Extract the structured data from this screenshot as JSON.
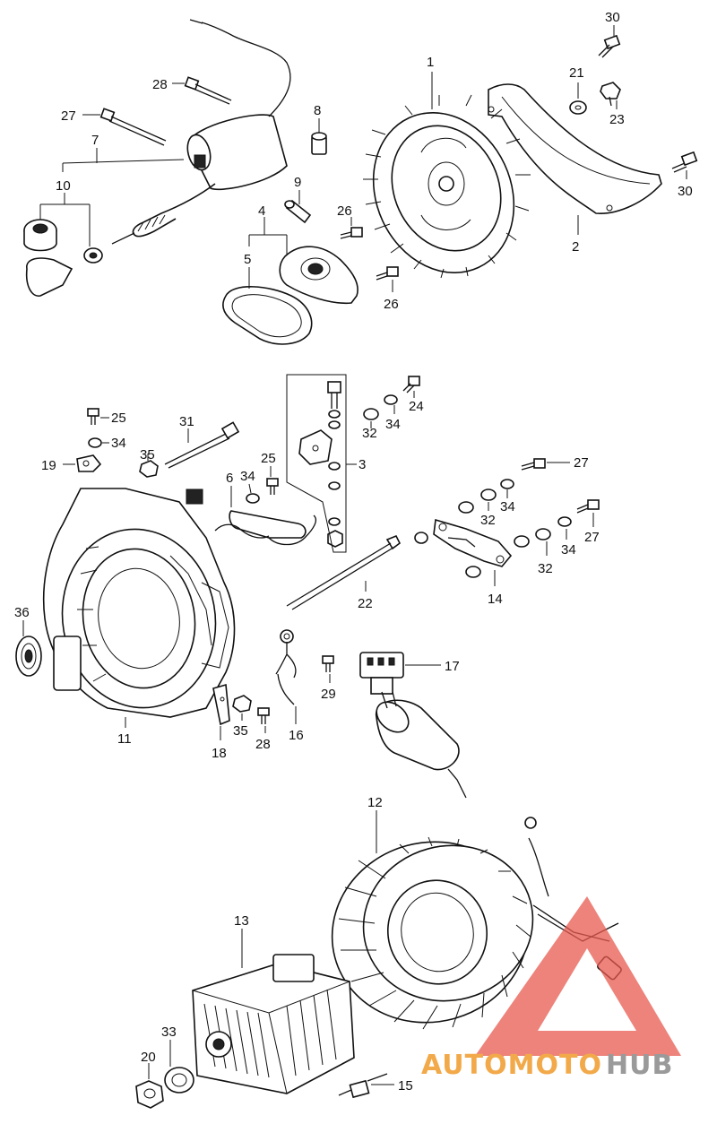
{
  "diagram": {
    "callouts": [
      {
        "id": "30",
        "label": "30"
      },
      {
        "id": "30b",
        "label": "30"
      },
      {
        "id": "21",
        "label": "21"
      },
      {
        "id": "23",
        "label": "23"
      },
      {
        "id": "1",
        "label": "1"
      },
      {
        "id": "2",
        "label": "2"
      },
      {
        "id": "28",
        "label": "28"
      },
      {
        "id": "27",
        "label": "27"
      },
      {
        "id": "8",
        "label": "8"
      },
      {
        "id": "7",
        "label": "7"
      },
      {
        "id": "10",
        "label": "10"
      },
      {
        "id": "9",
        "label": "9"
      },
      {
        "id": "26",
        "label": "26"
      },
      {
        "id": "26b",
        "label": "26"
      },
      {
        "id": "4",
        "label": "4"
      },
      {
        "id": "5",
        "label": "5"
      },
      {
        "id": "25",
        "label": "25"
      },
      {
        "id": "34",
        "label": "34"
      },
      {
        "id": "19",
        "label": "19"
      },
      {
        "id": "31",
        "label": "31"
      },
      {
        "id": "35",
        "label": "35"
      },
      {
        "id": "25b",
        "label": "25"
      },
      {
        "id": "6",
        "label": "6"
      },
      {
        "id": "34b",
        "label": "34"
      },
      {
        "id": "3",
        "label": "3"
      },
      {
        "id": "32",
        "label": "32"
      },
      {
        "id": "34c",
        "label": "34"
      },
      {
        "id": "24",
        "label": "24"
      },
      {
        "id": "27b",
        "label": "27"
      },
      {
        "id": "32b",
        "label": "32"
      },
      {
        "id": "34d",
        "label": "34"
      },
      {
        "id": "27c",
        "label": "27"
      },
      {
        "id": "32c",
        "label": "32"
      },
      {
        "id": "34e",
        "label": "34"
      },
      {
        "id": "14",
        "label": "14"
      },
      {
        "id": "22",
        "label": "22"
      },
      {
        "id": "36",
        "label": "36"
      },
      {
        "id": "11",
        "label": "11"
      },
      {
        "id": "18",
        "label": "18"
      },
      {
        "id": "35b",
        "label": "35"
      },
      {
        "id": "28b",
        "label": "28"
      },
      {
        "id": "16",
        "label": "16"
      },
      {
        "id": "29",
        "label": "29"
      },
      {
        "id": "17",
        "label": "17"
      },
      {
        "id": "12",
        "label": "12"
      },
      {
        "id": "13",
        "label": "13"
      },
      {
        "id": "33",
        "label": "33"
      },
      {
        "id": "20",
        "label": "20"
      },
      {
        "id": "15",
        "label": "15"
      }
    ]
  },
  "watermark": {
    "brand_part1": "AUTOMOTO",
    "brand_part2": "HUB",
    "accent_color": "#e85a4f",
    "orange_color": "#f2a94a",
    "gray_color": "#9a9a9a"
  }
}
